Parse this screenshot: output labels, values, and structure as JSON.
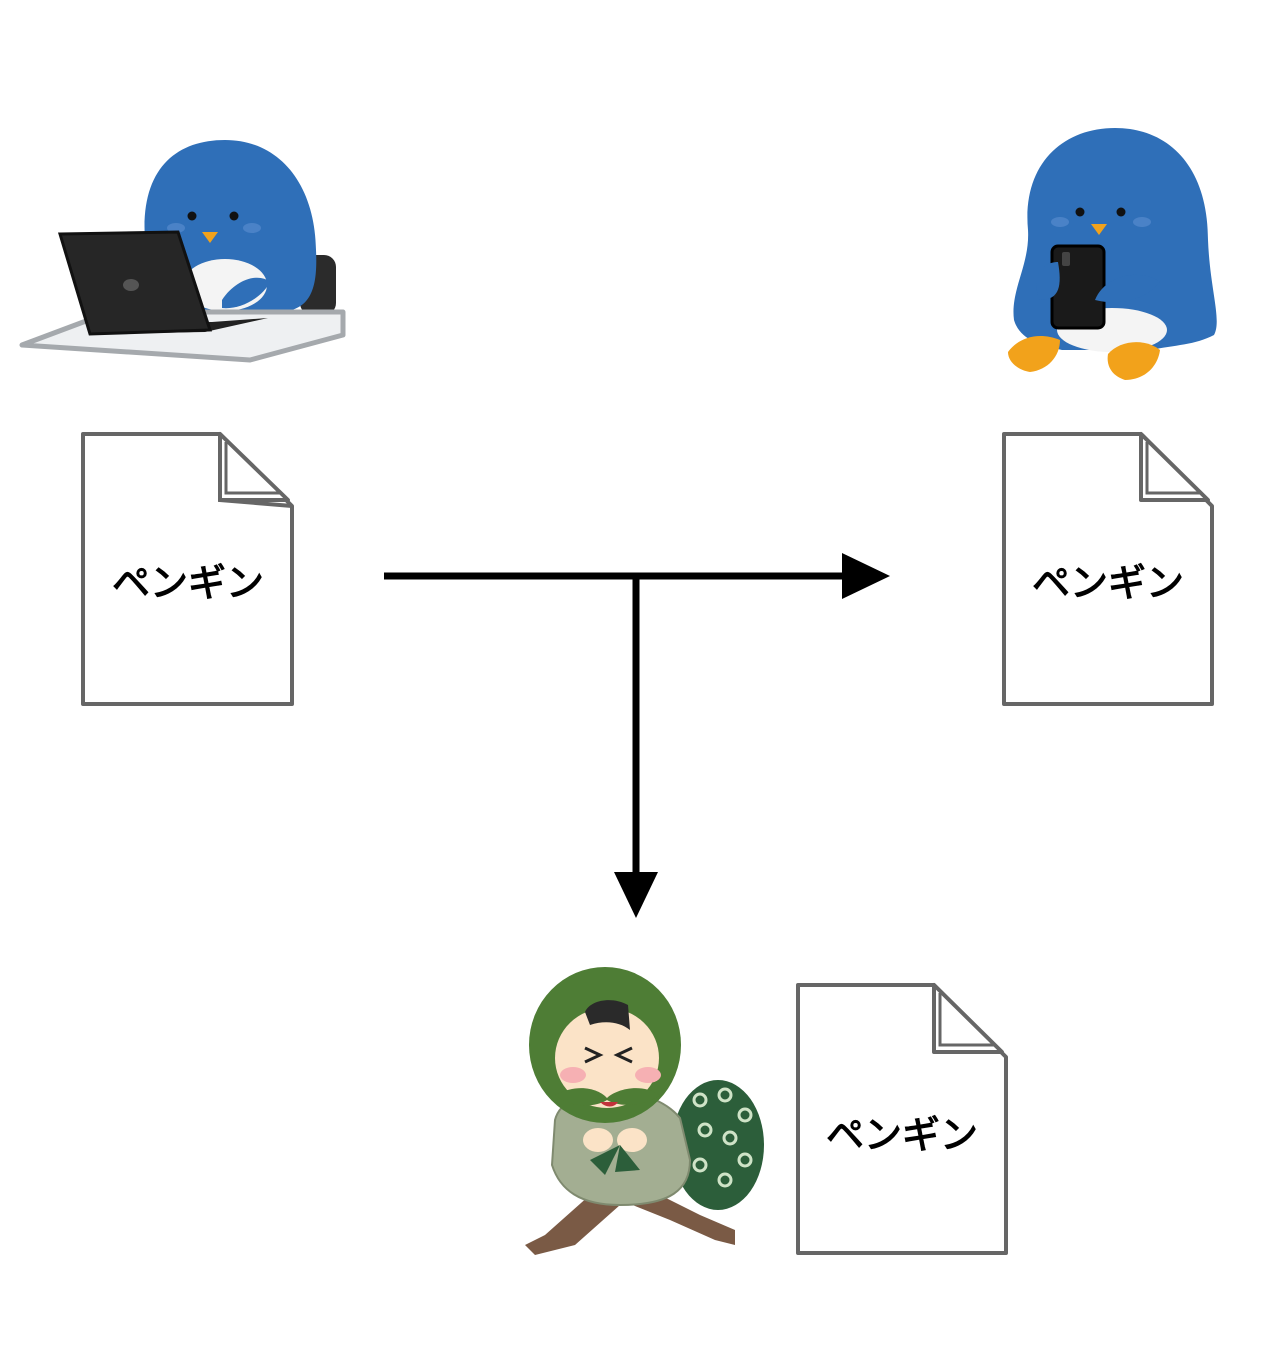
{
  "diagram": {
    "documents": [
      {
        "id": "sender-document",
        "label": "ペンギン"
      },
      {
        "id": "receiver-document",
        "label": "ペンギン"
      },
      {
        "id": "thief-document",
        "label": "ペンギン"
      }
    ],
    "figures": [
      {
        "id": "penguin-laptop",
        "icon": "penguin-using-laptop-illustration"
      },
      {
        "id": "penguin-phone",
        "icon": "penguin-using-smartphone-illustration"
      },
      {
        "id": "thief",
        "icon": "thief-with-sack-illustration"
      }
    ],
    "arrows": [
      {
        "from": "sender",
        "to": "receiver",
        "icon": "arrow-right"
      },
      {
        "from": "sender",
        "to": "thief",
        "icon": "arrow-down"
      }
    ],
    "colors": {
      "penguin": "#2f6fb8",
      "beak": "#f2a21b",
      "document_stroke": "#666666",
      "arrow": "#000000",
      "hood": "#4e7d35"
    }
  }
}
